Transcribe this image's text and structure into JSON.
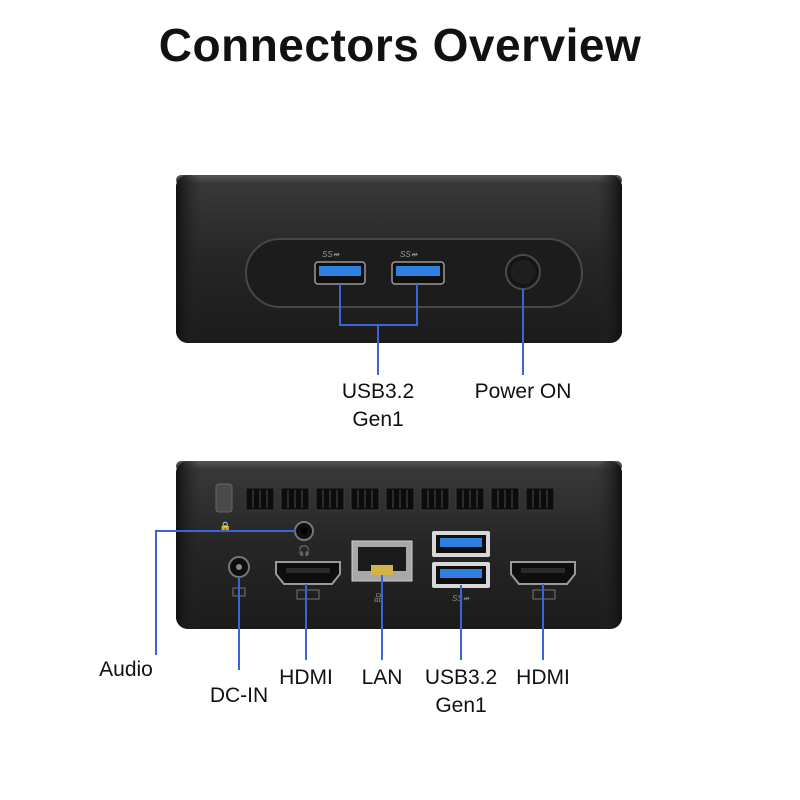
{
  "title": "Connectors Overview",
  "colors": {
    "accent_line": "#3b64d9",
    "usb_blue": "#2f7fe0",
    "device_body": "#262626"
  },
  "front_panel": {
    "ports": [
      {
        "icon": "usb-3-icon",
        "marking": "SS"
      },
      {
        "icon": "usb-3-icon",
        "marking": "SS"
      },
      {
        "icon": "power-button-icon"
      }
    ],
    "labels": {
      "usb": {
        "line1": "USB3.2",
        "line2": "Gen1"
      },
      "power": "Power ON"
    }
  },
  "rear_panel": {
    "labels": {
      "audio": "Audio",
      "dc_in": "DC-IN",
      "hdmi_1": "HDMI",
      "lan": "LAN",
      "usb": {
        "line1": "USB3.2",
        "line2": "Gen1"
      },
      "hdmi_2": "HDMI"
    }
  }
}
